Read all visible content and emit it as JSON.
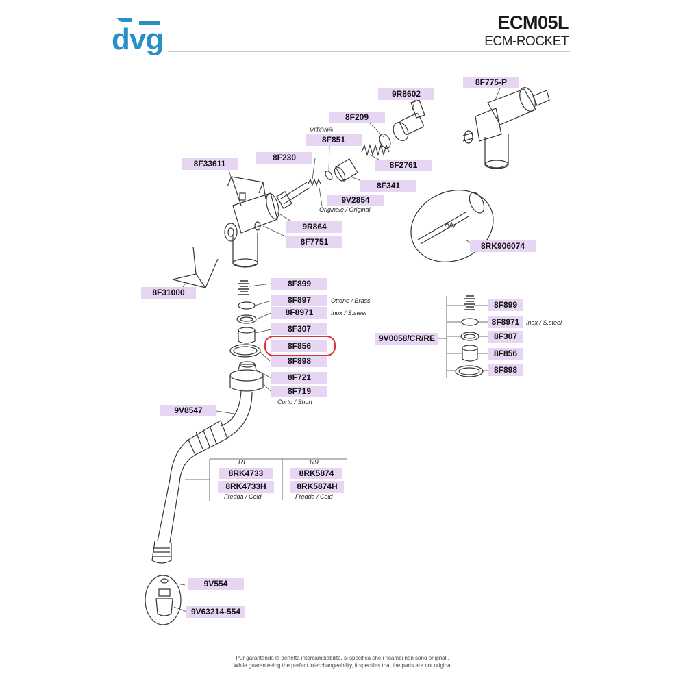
{
  "header": {
    "logo": "dvg",
    "title": "ECM05L",
    "subtitle": "ECM-ROCKET"
  },
  "parts": [
    {
      "code": "9R8602"
    },
    {
      "code": "8F775-P"
    },
    {
      "code": "8F209"
    },
    {
      "code": "8F851"
    },
    {
      "code": "8F230"
    },
    {
      "code": "8F2761"
    },
    {
      "code": "8F33611"
    },
    {
      "code": "8F341"
    },
    {
      "code": "9V2854"
    },
    {
      "code": "9R864"
    },
    {
      "code": "8F7751"
    },
    {
      "code": "8RK906074"
    },
    {
      "code": "8F899"
    },
    {
      "code": "8F31000"
    },
    {
      "code": "8F897"
    },
    {
      "code": "8F8971"
    },
    {
      "code": "8F307"
    },
    {
      "code": "8F856"
    },
    {
      "code": "8F898"
    },
    {
      "code": "8F721"
    },
    {
      "code": "8F719"
    },
    {
      "code": "9V8547"
    },
    {
      "code": "8F899"
    },
    {
      "code": "8F8971"
    },
    {
      "code": "9V0058/CR/RE"
    },
    {
      "code": "8F307"
    },
    {
      "code": "8F856"
    },
    {
      "code": "8F898"
    },
    {
      "code": "8RK4733"
    },
    {
      "code": "8RK5874"
    },
    {
      "code": "8RK4733H"
    },
    {
      "code": "8RK5874H"
    },
    {
      "code": "9V554"
    },
    {
      "code": "9V63214-554"
    }
  ],
  "notes": {
    "viton": "VITON®",
    "originale": "Originale / Original",
    "ottone": "Ottone / Brass",
    "inox": "Inox / S.steel",
    "inox2": "Inox / S.steel",
    "corto": "Corto / Short",
    "re": "RE",
    "r9": "R9",
    "fredda1": "Fredda / Cold",
    "fredda2": "Fredda / Cold"
  },
  "highlight": {
    "part": "8F856",
    "color": "#e0303a"
  },
  "footer": {
    "line1": "Pur garantendo la perfetta intercambiabilità, si specifica che i ricambi non sono originali.",
    "line2": "While guaranteeing the perfect interchangeability, it specifies that the parts are not original"
  },
  "colors": {
    "label_bg": "#e6d5f3",
    "logo": "#2a8fc7"
  }
}
